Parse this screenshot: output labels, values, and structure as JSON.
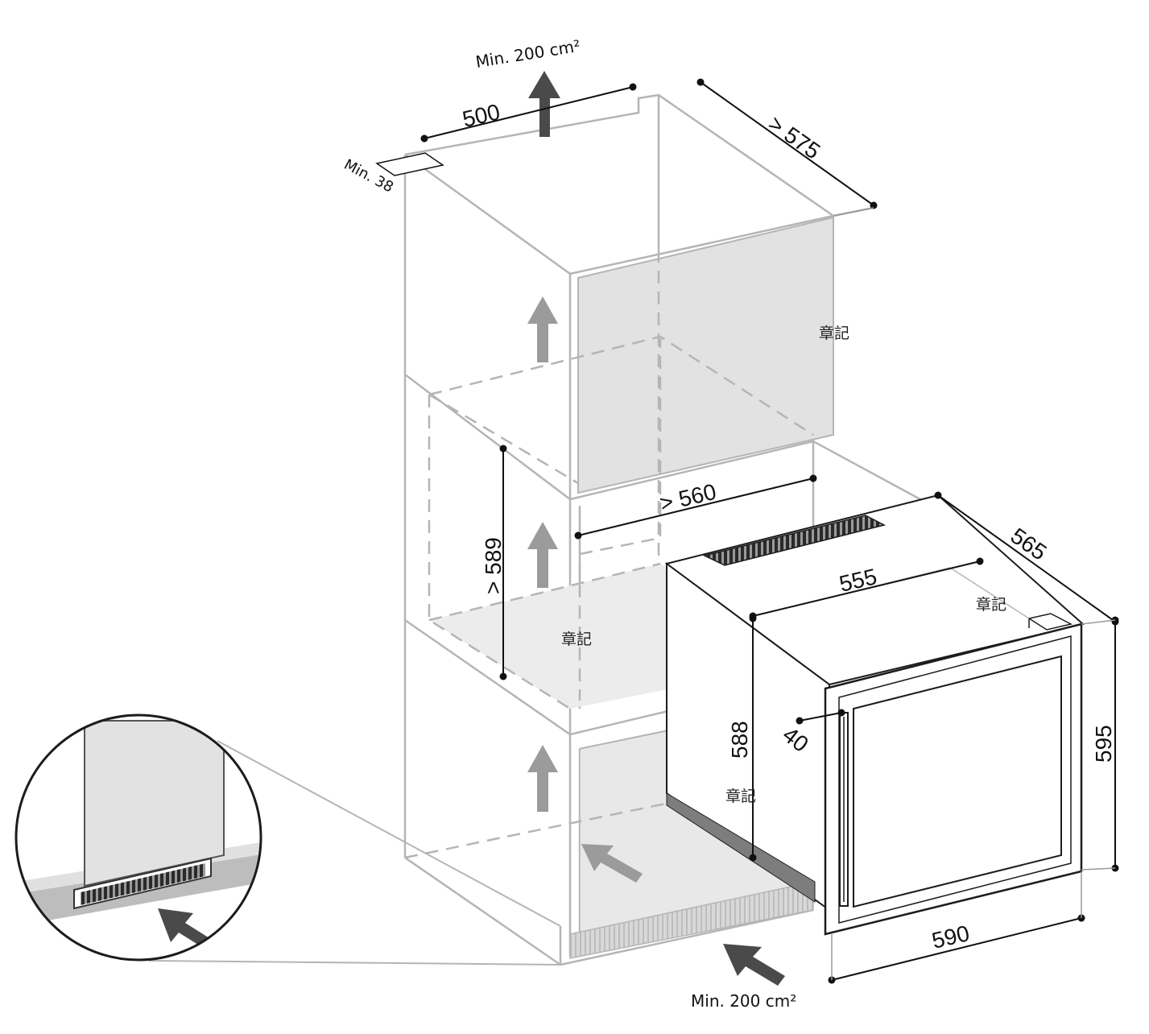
{
  "notes": {
    "top_vent": "Min. 200 cm²",
    "bottom_vent": "Min. 200 cm²",
    "min_gap": "Min. 38"
  },
  "dimensions": {
    "width_top": "500",
    "depth_top": "> 575",
    "niche_width": "> 560",
    "niche_height": "> 589",
    "appliance_depth_total": "565",
    "appliance_body_width": "555",
    "appliance_body_height": "588",
    "door_offset": "40",
    "appliance_height": "595",
    "appliance_width": "590"
  },
  "stamps": {
    "upper_cabinet": "章記",
    "niche_floor": "章記",
    "appliance_side": "章記",
    "appliance_top": "章記"
  },
  "colors": {
    "outline": "#b5b5b5",
    "panel": "#e2e2e3",
    "dark": "#1c1c1c",
    "arrow_dark": "#4a4a4a",
    "arrow_light": "#9b9b9b"
  }
}
